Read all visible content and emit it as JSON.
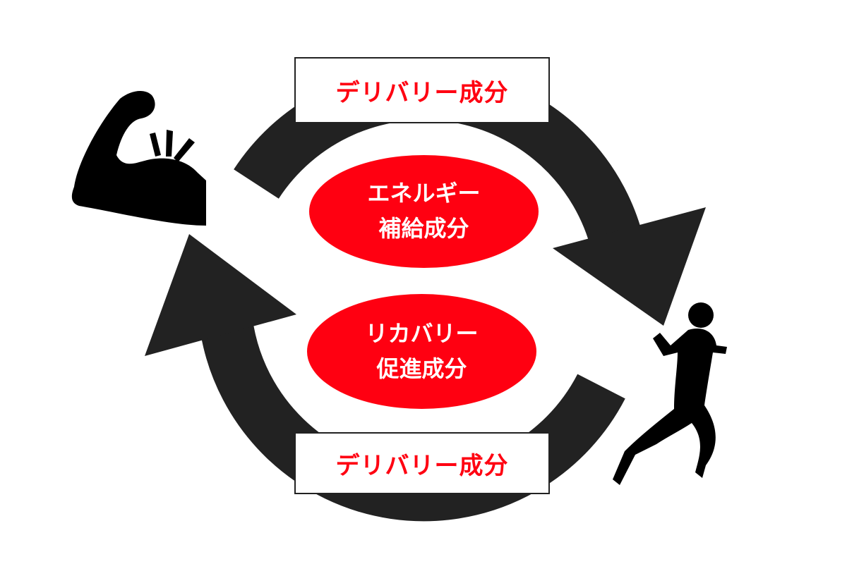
{
  "colors": {
    "accent": "#ff0011",
    "ring": "#222222",
    "text_white": "#ffffff"
  },
  "top_box": {
    "label": "デリバリー成分"
  },
  "bottom_box": {
    "label": "デリバリー成分"
  },
  "oval_top": {
    "line1": "エネルギー",
    "line2": "補給成分"
  },
  "oval_bottom": {
    "line1": "リカバリー",
    "line2": "促進成分"
  },
  "icons": {
    "left": "flexed-arm-icon",
    "right": "runner-icon"
  }
}
